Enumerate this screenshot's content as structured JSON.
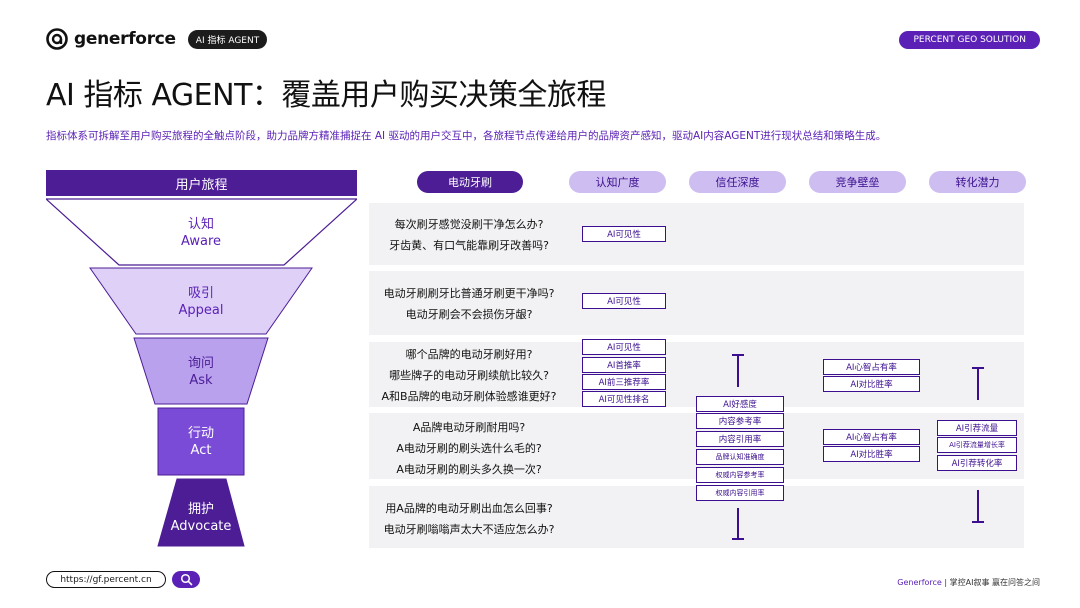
{
  "header": {
    "logo_text": "generforce",
    "logo_tag": "AI 指标 AGENT",
    "right_badge": "PERCENT GEO SOLUTION"
  },
  "title": "AI 指标 AGENT：覆盖用户购买决策全旅程",
  "subtitle": "指标体系可拆解至用户购买旅程的全触点阶段，助力品牌方精准捕捉在 AI 驱动的用户交互中，各旅程节点传递给用户的品牌资产感知，驱动AI内容AGENT进行现状总结和策略生成。",
  "funnel": {
    "header": "用户旅程",
    "stages": [
      {
        "cn": "认知",
        "en": "Aware"
      },
      {
        "cn": "吸引",
        "en": "Appeal"
      },
      {
        "cn": "询问",
        "en": "Ask"
      },
      {
        "cn": "行动",
        "en": "Act"
      },
      {
        "cn": "拥护",
        "en": "Advocate"
      }
    ]
  },
  "columns": {
    "category": "电动牙刷",
    "metrics": [
      "认知广度",
      "信任深度",
      "竞争壁垒",
      "转化潜力"
    ]
  },
  "rows": [
    {
      "questions": [
        "每次刷牙感觉没刷干净怎么办?",
        "牙齿黄、有口气能靠刷牙改善吗?"
      ]
    },
    {
      "questions": [
        "电动牙刷刷牙比普通牙刷更干净吗?",
        "电动牙刷会不会损伤牙龈?"
      ]
    },
    {
      "questions": [
        "哪个品牌的电动牙刷好用?",
        "哪些牌子的电动牙刷续航比较久?",
        "A和B品牌的电动牙刷体验感谁更好?"
      ]
    },
    {
      "questions": [
        "A品牌电动牙刷耐用吗?",
        "A电动牙刷的刷头选什么毛的?",
        "A电动牙刷的刷头多久换一次?"
      ]
    },
    {
      "questions": [
        "用A品牌的电动牙刷出血怎么回事?",
        "电动牙刷嗡嗡声太大不适应怎么办?"
      ]
    }
  ],
  "tags": {
    "aware_breadth": "AI可见性",
    "appeal_breadth": "AI可见性",
    "ask_breadth": [
      "AI可见性",
      "AI首推率",
      "AI前三推荐率",
      "AI可见性排名"
    ],
    "trust": [
      "AI好感度",
      "内容参考率",
      "内容引用率",
      "品牌认知准确度",
      "权威内容参考率",
      "权威内容引用率"
    ],
    "ask_compete": [
      "AI心智占有率",
      "AI对比胜率"
    ],
    "act_compete": [
      "AI心智占有率",
      "AI对比胜率"
    ],
    "conversion": [
      "AI引荐流量",
      "AI引荐流量增长率",
      "AI引荐转化率"
    ]
  },
  "footer": {
    "url": "https://gf.percent.cn",
    "brand": "Generforce",
    "slogan": " | 掌控AI叙事 赢在问答之间"
  },
  "colors": {
    "primary": "#4c1d95",
    "accent": "#5b21b6",
    "light_pill": "#cdbdf0",
    "row_bg": "#f2f2f4"
  }
}
